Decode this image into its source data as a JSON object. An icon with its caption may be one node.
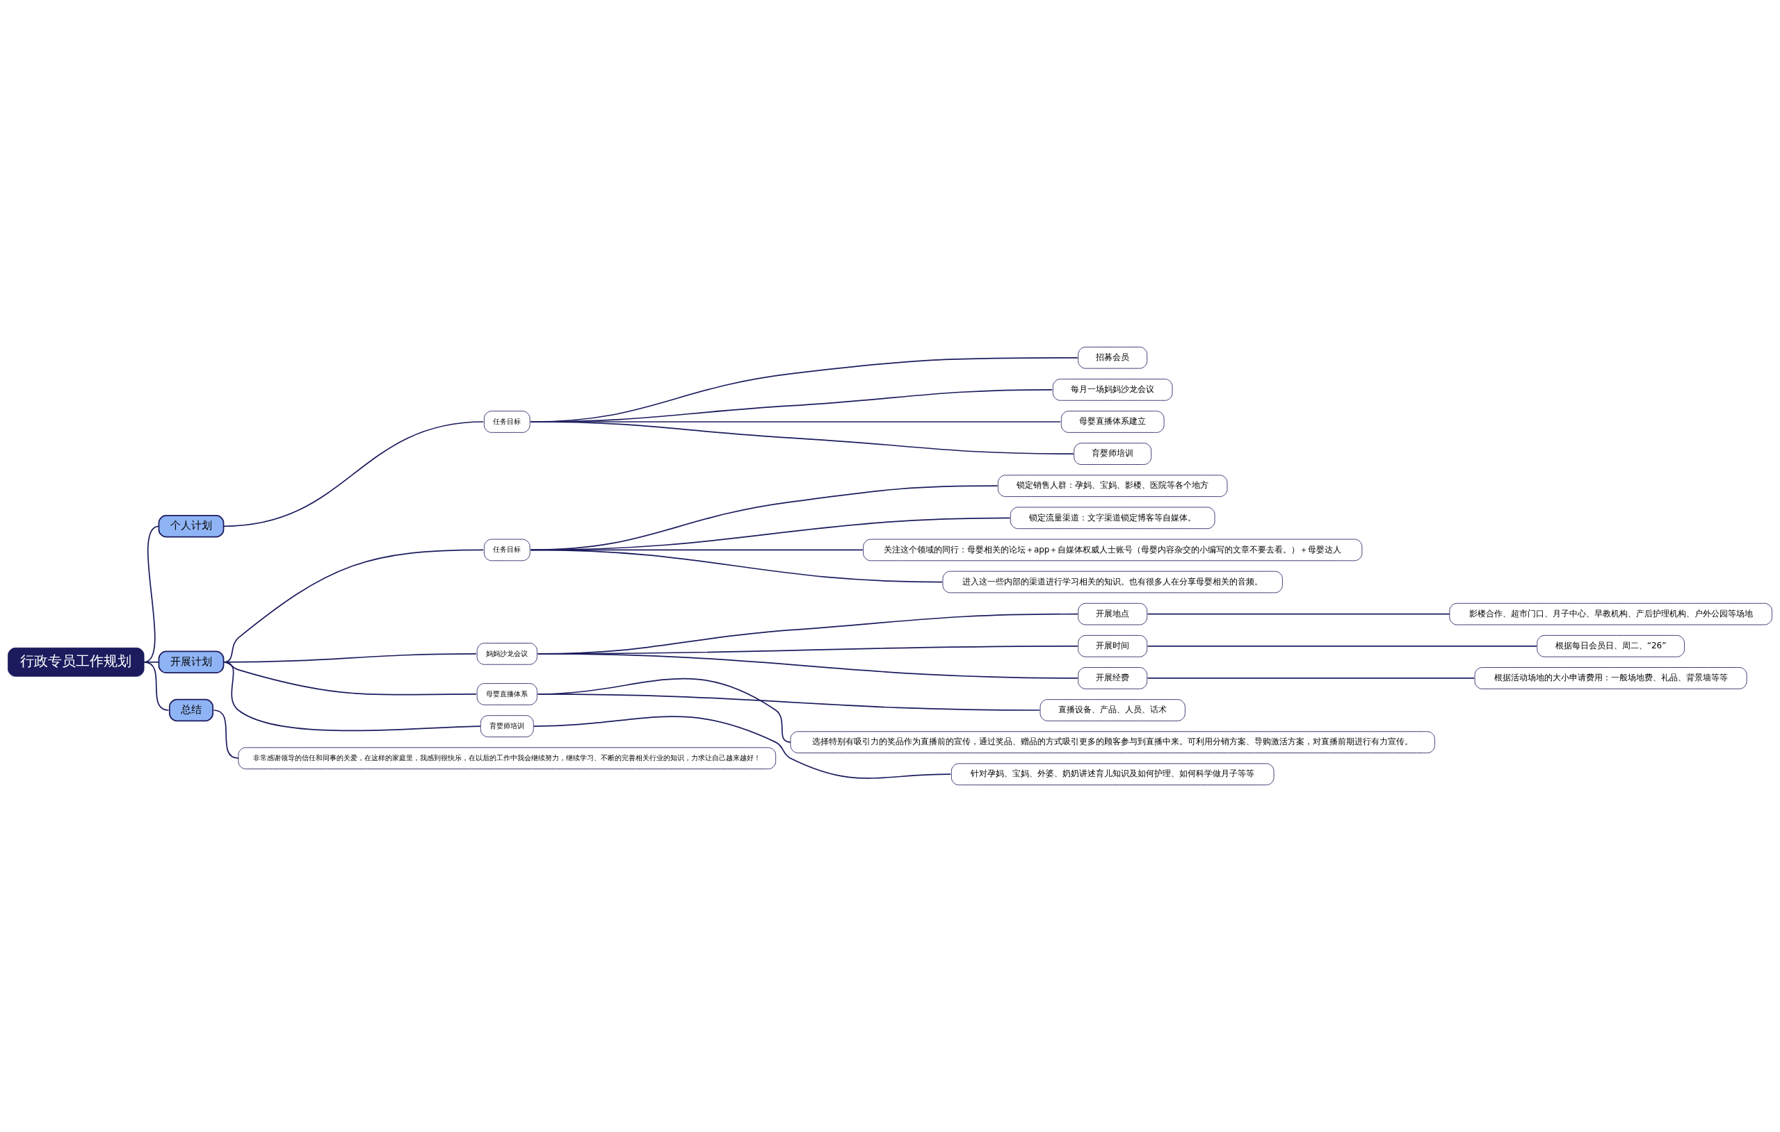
{
  "diagram": {
    "nodes": [
      {
        "text": [
          "行政专员工作规划"
        ]
      },
      {
        "text": [
          "个人计划"
        ]
      },
      {
        "text": [
          "任务目标"
        ]
      },
      {
        "text": [
          "招募会员"
        ]
      },
      {
        "text": [
          "每月一场妈妈沙龙会议"
        ]
      },
      {
        "text": [
          "母婴直播体系建立"
        ]
      },
      {
        "text": [
          "育婴师培训"
        ]
      },
      {
        "text": [
          "开展计划"
        ]
      },
      {
        "text": [
          "任务目标"
        ]
      },
      {
        "text": [
          "锁定销售人群：孕妈、宝妈、影楼、医院等各个地方"
        ]
      },
      {
        "text": [
          "锁定流量渠道：文字渠道锁定博客等自媒体。"
        ]
      },
      {
        "text": [
          "关注这个领域的同行：母婴相关的论坛＋app＋自媒体权威人士账号（母婴内容杂交的小编写的文章不要去看。）＋母婴达人"
        ]
      },
      {
        "text": [
          "进入这一些内部的渠道进行学习相关的知识。也有很多人在分享母婴相关的音频。"
        ]
      },
      {
        "text": [
          "妈妈沙龙会议"
        ]
      },
      {
        "text": [
          "开展地点"
        ]
      },
      {
        "text": [
          "影楼合作、超市门口、月子中心、早教机构、产后护理机构、户外公园等场地"
        ]
      },
      {
        "text": [
          "开展时间"
        ]
      },
      {
        "text": [
          "根据每日会员日、周二、“26”"
        ]
      },
      {
        "text": [
          "开展经费"
        ]
      },
      {
        "text": [
          "根据活动场地的大小申请费用：一般场地费、礼品、背景墙等等"
        ]
      },
      {
        "text": [
          "母婴直播体系"
        ]
      },
      {
        "text": [
          "直播设备、产品、人员、话术"
        ]
      },
      {
        "text": [
          "选择特别有吸引力的奖品作为直播前的宣传，通过奖品、赠品的方式吸引更多的顾客参与到直播中来。可利用分销方案、导购激活方案，对直播前期进行有力宣传。"
        ]
      },
      {
        "text": [
          "育婴师培训"
        ]
      },
      {
        "text": [
          "针对孕妈、宝妈、外婆、奶奶讲述育儿知识及如何护理、如何科学做月子等等"
        ]
      },
      {
        "text": [
          "总结"
        ]
      },
      {
        "text": [
          "非常感谢领导的信任和同事的关爱，在这样的家庭里，我感到很快乐，在以后的工作中我会继续努力，继续学习、不断的完善相关行业的知识，力求让自己越来越好！"
        ]
      }
    ],
    "edges": [
      {
        "from": 0,
        "to": 1,
        "arrow": "none"
      },
      {
        "from": 1,
        "to": 2,
        "arrow": "none"
      },
      {
        "from": 2,
        "to": 3,
        "arrow": "none"
      },
      {
        "from": 2,
        "to": 4,
        "arrow": "none"
      },
      {
        "from": 2,
        "to": 5,
        "arrow": "none"
      },
      {
        "from": 2,
        "to": 6,
        "arrow": "none"
      },
      {
        "from": 0,
        "to": 7,
        "arrow": "none"
      },
      {
        "from": 7,
        "to": 8,
        "arrow": "none"
      },
      {
        "from": 8,
        "to": 9,
        "arrow": "none"
      },
      {
        "from": 8,
        "to": 10,
        "arrow": "none"
      },
      {
        "from": 8,
        "to": 11,
        "arrow": "none"
      },
      {
        "from": 8,
        "to": 12,
        "arrow": "none"
      },
      {
        "from": 7,
        "to": 13,
        "arrow": "none"
      },
      {
        "from": 13,
        "to": 14,
        "arrow": "none"
      },
      {
        "from": 14,
        "to": 15,
        "arrow": "none"
      },
      {
        "from": 13,
        "to": 16,
        "arrow": "none"
      },
      {
        "from": 16,
        "to": 17,
        "arrow": "none"
      },
      {
        "from": 13,
        "to": 18,
        "arrow": "none"
      },
      {
        "from": 18,
        "to": 19,
        "arrow": "none"
      },
      {
        "from": 7,
        "to": 20,
        "arrow": "none"
      },
      {
        "from": 20,
        "to": 21,
        "arrow": "none"
      },
      {
        "from": 20,
        "to": 22,
        "arrow": "none"
      },
      {
        "from": 7,
        "to": 23,
        "arrow": "none"
      },
      {
        "from": 23,
        "to": 24,
        "arrow": "none"
      },
      {
        "from": 0,
        "to": 25,
        "arrow": "none"
      },
      {
        "from": 25,
        "to": 26,
        "arrow": "none"
      }
    ]
  }
}
